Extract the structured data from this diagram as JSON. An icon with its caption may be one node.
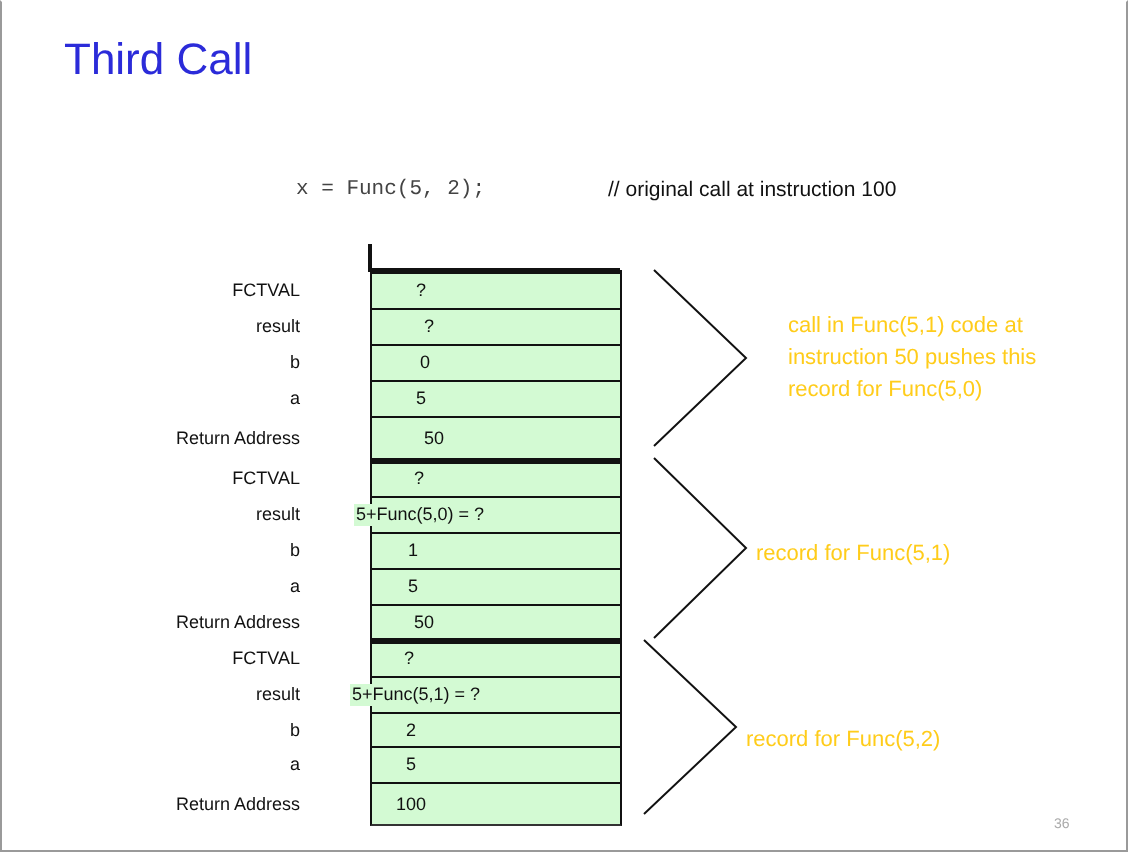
{
  "diagram": {
    "title": "Third Call",
    "labels": [
      "x = Func(5, 2);",
      "// original call at instruction 100",
      "FCTVAL",
      "?",
      "result",
      "?",
      "b",
      "0",
      "a",
      "5",
      "Return Address",
      "50",
      "FCTVAL",
      "?",
      "result",
      "5+Func(5,0) = ?",
      "b",
      "1",
      "a",
      "5",
      "Return Address",
      "50",
      "FCTVAL",
      "?",
      "result",
      "5+Func(5,1) = ?",
      "b",
      "2",
      "a",
      "5",
      "Return Address",
      "100",
      "call in Func(5,1) code at instruction 50 pushes this record for Func(5,0)",
      "record for Func(5,1)",
      "record for Func(5,2)",
      "36"
    ]
  }
}
